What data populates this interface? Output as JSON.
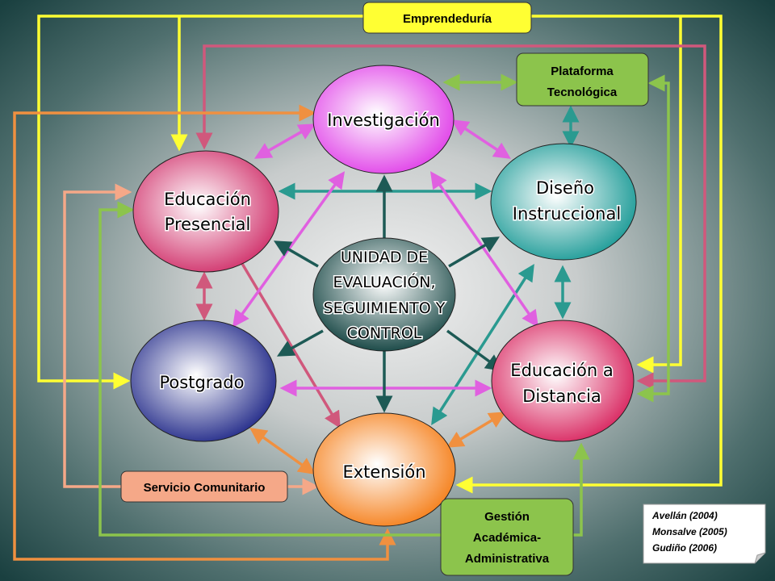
{
  "nodes": {
    "investigacion": "Investigación",
    "educacion_presencial": [
      "Educación",
      "Presencial"
    ],
    "diseno_instruccional": [
      "Diseño",
      "Instruccional"
    ],
    "postgrado": "Postgrado",
    "educacion_distancia": [
      "Educación a",
      "Distancia"
    ],
    "extension": "Extensión",
    "center": [
      "UNIDAD DE",
      "EVALUACIÓN,",
      "SEGUIMIENTO Y",
      "CONTROL"
    ]
  },
  "boxes": {
    "emprendeduria": "Emprendeduría",
    "plataforma": [
      "Plataforma",
      "Tecnológica"
    ],
    "servicio": "Servicio Comunitario",
    "gestion": [
      "Gestión",
      "Académica-",
      "Administrativa"
    ]
  },
  "citations": [
    "Avellán (2004)",
    "Monsalve (2005)",
    "Gudiño (2006)"
  ],
  "colors": {
    "yellow": "#ffff33",
    "pink": "#d0587c",
    "orange": "#f09040",
    "salmon": "#f5a888",
    "green": "#8cc44c",
    "teal": "#2a9a90",
    "magenta": "#e060e0",
    "darkteal": "#1d5a55"
  }
}
